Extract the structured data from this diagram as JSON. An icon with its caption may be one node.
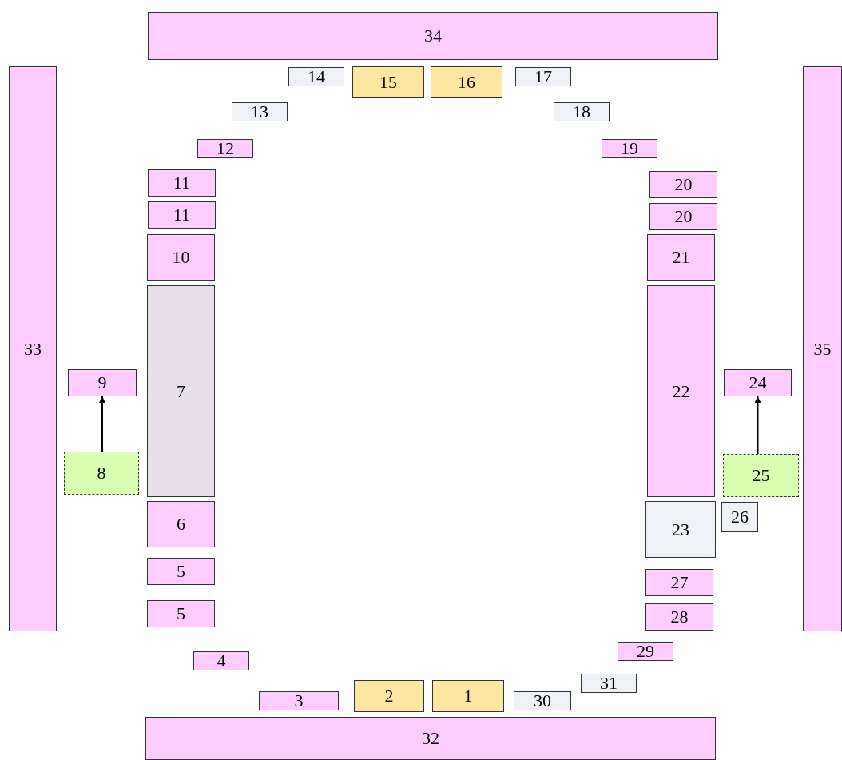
{
  "diagram": {
    "nodes": [
      {
        "text": [
          "34"
        ]
      },
      {
        "text": [
          "33"
        ]
      },
      {
        "text": [
          "35"
        ]
      },
      {
        "text": [
          "14"
        ]
      },
      {
        "text": [
          "15"
        ]
      },
      {
        "text": [
          "16"
        ]
      },
      {
        "text": [
          "17"
        ]
      },
      {
        "text": [
          "13"
        ]
      },
      {
        "text": [
          "18"
        ]
      },
      {
        "text": [
          "12"
        ]
      },
      {
        "text": [
          "19"
        ]
      },
      {
        "text": [
          "11"
        ]
      },
      {
        "text": [
          "20"
        ]
      },
      {
        "text": [
          "11"
        ]
      },
      {
        "text": [
          "20"
        ]
      },
      {
        "text": [
          "10"
        ]
      },
      {
        "text": [
          "21"
        ]
      },
      {
        "text": [
          "7"
        ]
      },
      {
        "text": [
          "22"
        ]
      },
      {
        "text": [
          "9"
        ]
      },
      {
        "text": [
          "24"
        ]
      },
      {
        "text": [
          "8"
        ]
      },
      {
        "text": [
          "25"
        ]
      },
      {
        "text": [
          "6"
        ]
      },
      {
        "text": [
          "23"
        ]
      },
      {
        "text": [
          "26"
        ]
      },
      {
        "text": [
          "5"
        ]
      },
      {
        "text": [
          "27"
        ]
      },
      {
        "text": [
          "5"
        ]
      },
      {
        "text": [
          "28"
        ]
      },
      {
        "text": [
          "29"
        ]
      },
      {
        "text": [
          "4"
        ]
      },
      {
        "text": [
          "31"
        ]
      },
      {
        "text": [
          "2"
        ]
      },
      {
        "text": [
          "1"
        ]
      },
      {
        "text": [
          "3"
        ]
      },
      {
        "text": [
          "30"
        ]
      },
      {
        "text": [
          "32"
        ]
      }
    ],
    "edges": [
      {
        "from": 21,
        "to": 19,
        "arrow": "to"
      },
      {
        "from": 22,
        "to": 20,
        "arrow": "to"
      }
    ]
  }
}
